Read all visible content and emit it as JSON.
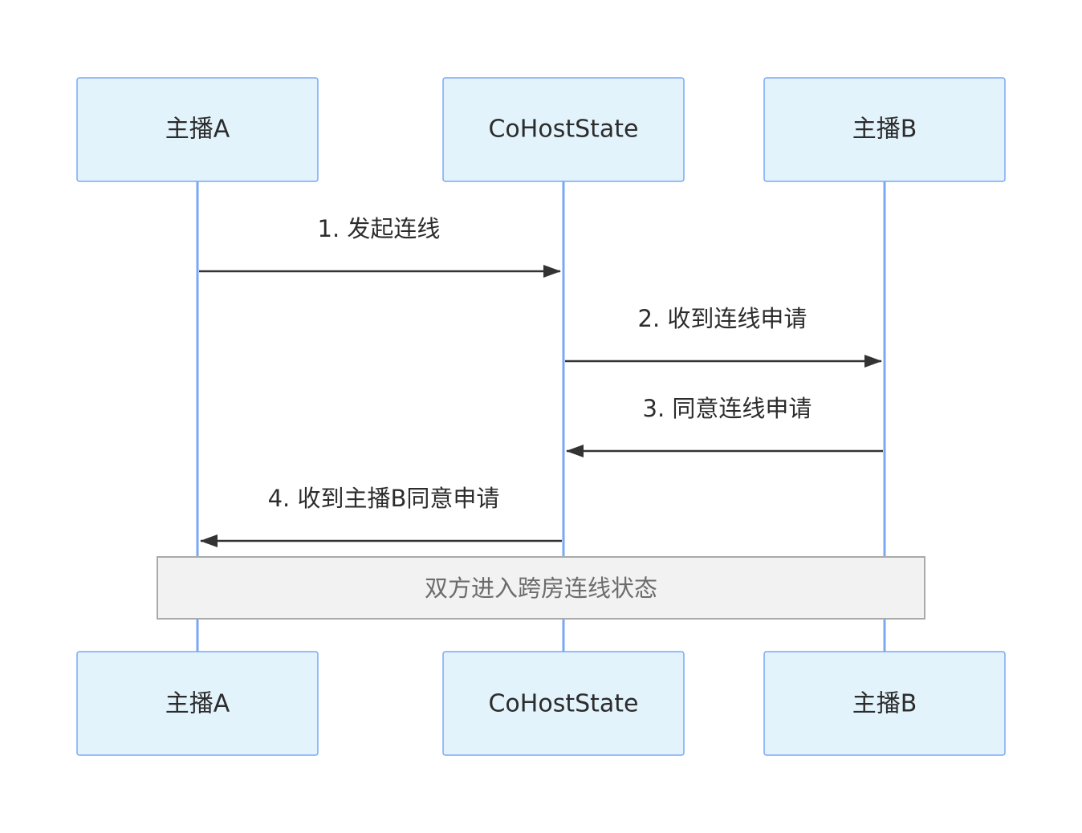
{
  "participants": {
    "host_a": "主播A",
    "cohost_state": "CoHostState",
    "host_b": "主播B"
  },
  "messages": [
    {
      "text": "1. 发起连线",
      "from": "主播A",
      "to": "CoHostState"
    },
    {
      "text": "2. 收到连线申请",
      "from": "CoHostState",
      "to": "主播B"
    },
    {
      "text": "3. 同意连线申请",
      "from": "主播B",
      "to": "CoHostState"
    },
    {
      "text": "4. 收到主播B同意申请",
      "from": "CoHostState",
      "to": "主播A"
    }
  ],
  "note": {
    "text": "双方进入跨房连线状态"
  },
  "colors": {
    "actor_fill": "#e3f3fc",
    "actor_border": "#7aa8f5",
    "lifeline": "#7aa8f5",
    "arrow": "#333333",
    "note_fill": "#f2f2f3",
    "note_border": "#aaaaaa",
    "note_text": "#6c6c6c"
  }
}
